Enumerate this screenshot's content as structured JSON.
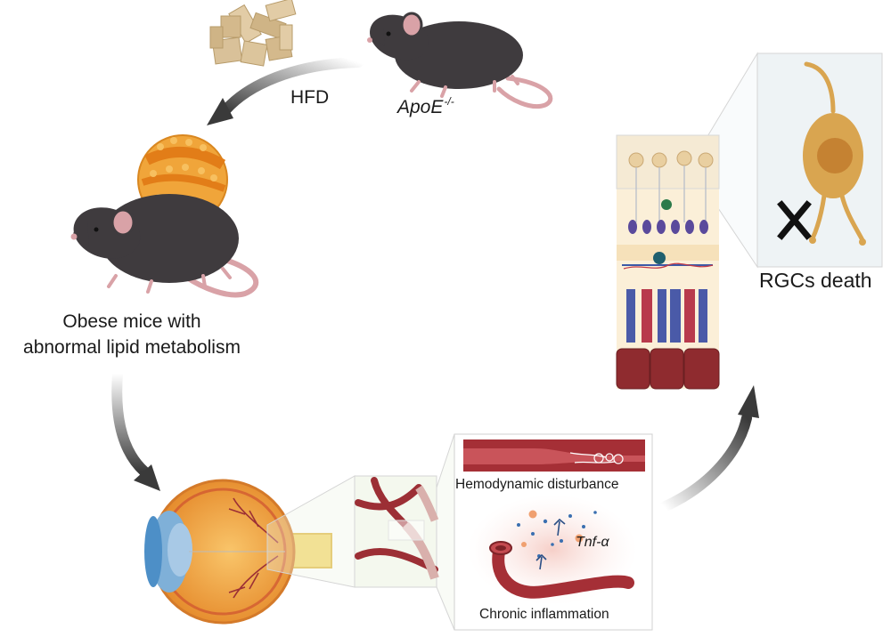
{
  "labels": {
    "hfd": "HFD",
    "apoe_base": "ApoE",
    "apoe_superscript": "-/-",
    "obese_line1": "Obese mice with",
    "obese_line2": "abnormal lipid metabolism",
    "rgc_death": "RGCs death",
    "hemodynamic": "Hemodynamic disturbance",
    "tnf": "Tnf-α",
    "chronic": "Chronic inflammation"
  },
  "colors": {
    "mouse_body": "#3f3b3e",
    "mouse_pink": "#d9a2a7",
    "fat": "#f0a53a",
    "food": "#d9c199",
    "vessel": "#9c2f35",
    "neuron": "#d9a550",
    "arrow": "#555555"
  }
}
